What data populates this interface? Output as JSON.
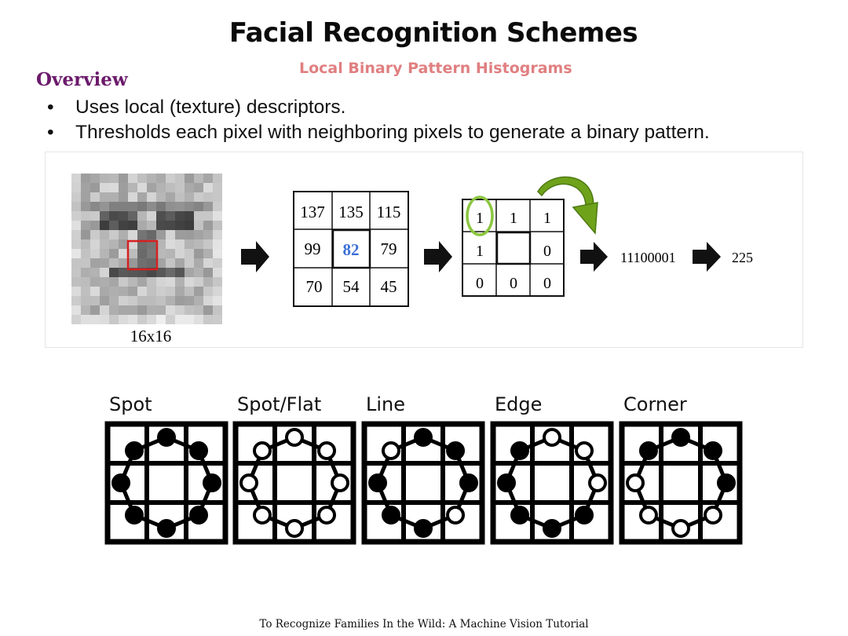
{
  "slide": {
    "title": "Facial Recognition Schemes",
    "subtitle": "Local Binary Pattern Histograms",
    "overview_heading": "Overview",
    "bullets": [
      "Uses local (texture) descriptors.",
      "Thresholds each pixel with neighboring pixels to generate a binary pattern."
    ],
    "footer": "To Recognize Families In the Wild: A Machine Vision Tutorial"
  },
  "figure": {
    "face_size_label": "16x16",
    "pixel_grid": [
      [
        "137",
        "135",
        "115"
      ],
      [
        "99",
        "82",
        "79"
      ],
      [
        "70",
        "54",
        "45"
      ]
    ],
    "binary_grid": [
      [
        "1",
        "1",
        "1"
      ],
      [
        "1",
        "",
        "0"
      ],
      [
        "0",
        "0",
        "0"
      ]
    ],
    "binary_code": "11100001",
    "decimal_value": "225",
    "colors": {
      "center_value": "#3b6fd8",
      "highlight_box": "#d62020",
      "arrow_green": "#6fa21b",
      "circle_green": "#8cc63f"
    }
  },
  "patterns": [
    {
      "label": "Spot"
    },
    {
      "label": "Spot/Flat"
    },
    {
      "label": "Line"
    },
    {
      "label": "Edge"
    },
    {
      "label": "Corner"
    }
  ]
}
